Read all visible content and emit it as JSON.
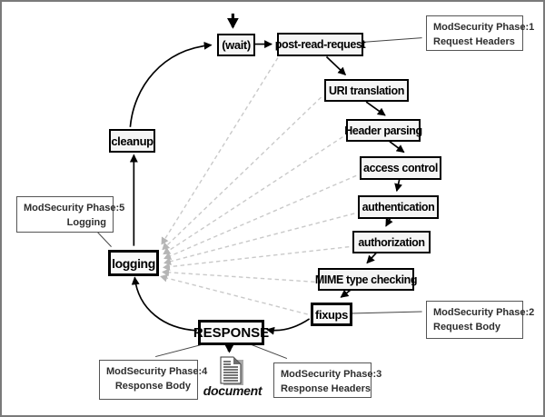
{
  "diagram": {
    "title": "Apache request processing cycle with ModSecurity phases",
    "nodes": {
      "wait": "(wait)",
      "post_read_request": "post-read-request",
      "uri_translation": "URI translation",
      "header_parsing": "Header parsing",
      "access_control": "access control",
      "authentication": "authentication",
      "authorization": "authorization",
      "mime_type_checking": "MIME type checking",
      "fixups": "fixups",
      "response": "RESPONSE",
      "logging": "logging",
      "cleanup": "cleanup"
    },
    "flow_order": [
      "(wait)",
      "post-read-request",
      "URI translation",
      "Header parsing",
      "access control",
      "authentication",
      "authorization",
      "MIME type checking",
      "fixups",
      "RESPONSE",
      "logging",
      "cleanup",
      "(wait)"
    ],
    "annotations": {
      "phase1": {
        "line1": "ModSecurity Phase:1",
        "line2": "Request Headers",
        "attached_to": "post-read-request"
      },
      "phase2": {
        "line1": "ModSecurity Phase:2",
        "line2": "Request Body",
        "attached_to": "fixups"
      },
      "phase3": {
        "line1": "ModSecurity Phase:3",
        "line2": "Response Headers",
        "attached_to": "RESPONSE"
      },
      "phase4": {
        "line1": "ModSecurity Phase:4",
        "line2": "Response Body",
        "attached_to": "RESPONSE"
      },
      "phase5": {
        "line1": "ModSecurity Phase:5",
        "line2": "Logging",
        "attached_to": "logging"
      }
    },
    "dashed_links_to_logging": [
      "post-read-request",
      "URI translation",
      "Header parsing",
      "access control",
      "authentication",
      "authorization",
      "MIME type checking",
      "fixups"
    ],
    "document_label": "document",
    "colors": {
      "box_border": "#000000",
      "node_fill": "#f5f5f5",
      "dashed_line": "#c9c9c9",
      "dashed_arrowhead": "#b5b5b5",
      "annotation_border": "#555555",
      "frame_border": "#7a7a7a",
      "text": "#000000"
    }
  }
}
